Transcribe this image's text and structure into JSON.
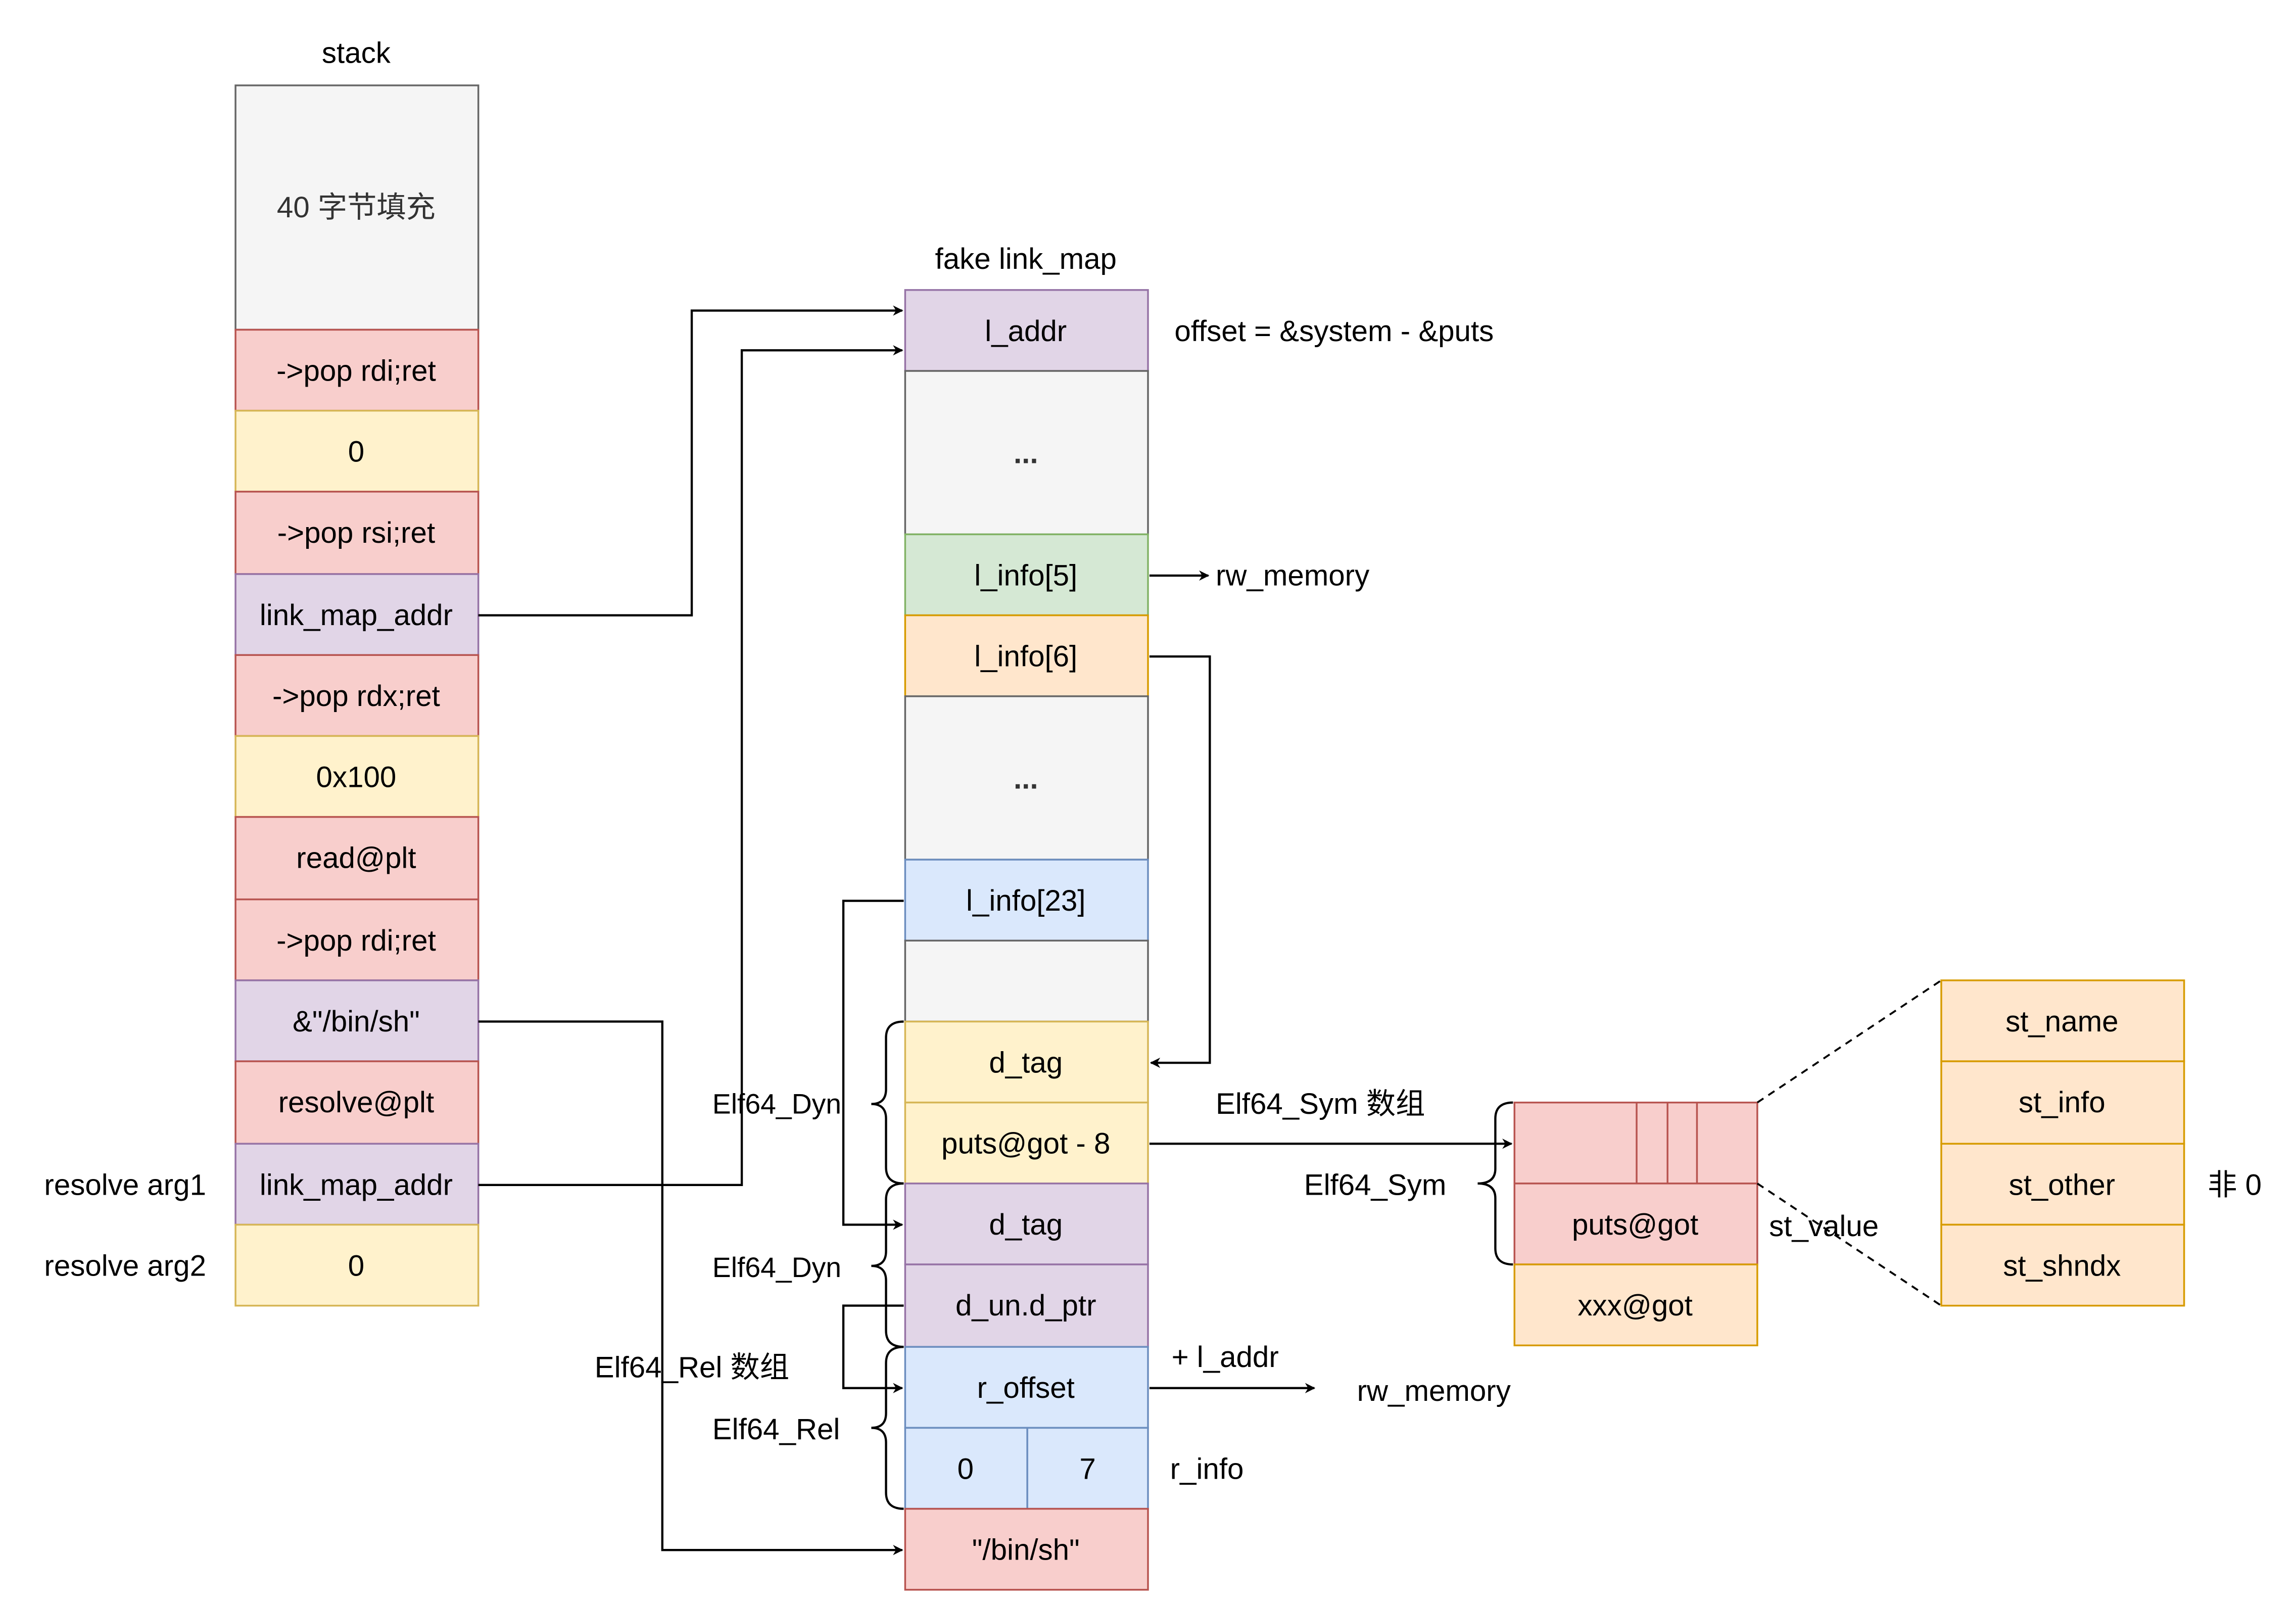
{
  "palette": {
    "grey": {
      "fill": "#f5f5f5",
      "stroke": "#666666"
    },
    "red": {
      "fill": "#f8cecc",
      "stroke": "#b85450"
    },
    "yellow": {
      "fill": "#fff2cc",
      "stroke": "#d6b656"
    },
    "purple": {
      "fill": "#e1d5e7",
      "stroke": "#9673a6"
    },
    "green": {
      "fill": "#d5e8d4",
      "stroke": "#82b366"
    },
    "orange": {
      "fill": "#ffe6cc",
      "stroke": "#d79b00"
    },
    "blue": {
      "fill": "#dae8fc",
      "stroke": "#6c8ebf"
    }
  },
  "stack": {
    "title": "stack",
    "cells": [
      {
        "label": "40 字节填充",
        "color": "grey",
        "span": 3
      },
      {
        "label": "->pop rdi;ret",
        "color": "red"
      },
      {
        "label": "0",
        "color": "yellow"
      },
      {
        "label": "->pop rsi;ret",
        "color": "red"
      },
      {
        "label": "link_map_addr",
        "color": "purple"
      },
      {
        "label": "->pop rdx;ret",
        "color": "red"
      },
      {
        "label": "0x100",
        "color": "yellow"
      },
      {
        "label": "read@plt",
        "color": "red"
      },
      {
        "label": "->pop rdi;ret",
        "color": "red"
      },
      {
        "label": "&\"/bin/sh\"",
        "color": "purple"
      },
      {
        "label": "resolve@plt",
        "color": "red"
      },
      {
        "label": "link_map_addr",
        "color": "purple"
      },
      {
        "label": "0",
        "color": "yellow"
      }
    ],
    "side_labels": {
      "resolve_arg1": "resolve arg1",
      "resolve_arg2": "resolve arg2"
    }
  },
  "link_map": {
    "title": "fake link_map",
    "cells": [
      {
        "label": "l_addr",
        "color": "purple"
      },
      {
        "label": "...",
        "color": "grey",
        "span": 2
      },
      {
        "label": "l_info[5]",
        "color": "green"
      },
      {
        "label": "l_info[6]",
        "color": "orange"
      },
      {
        "label": "...",
        "color": "grey",
        "span": 2
      },
      {
        "label": "l_info[23]",
        "color": "blue"
      },
      {
        "label": "",
        "color": "grey"
      },
      {
        "label": "d_tag",
        "color": "yellow"
      },
      {
        "label": "puts@got - 8",
        "color": "yellow"
      },
      {
        "label": "d_tag",
        "color": "purple"
      },
      {
        "label": "d_un.d_ptr",
        "color": "purple"
      },
      {
        "label": "r_offset",
        "color": "blue"
      },
      {
        "label": "",
        "color": "blue",
        "split": [
          "0",
          "7"
        ]
      },
      {
        "label": "\"/bin/sh\"",
        "color": "red"
      }
    ],
    "annotations": {
      "offset": "offset = &system - &puts",
      "rw_memory_1": "rw_memory",
      "elf64_dyn_1": "Elf64_Dyn",
      "elf64_dyn_2": "Elf64_Dyn",
      "elf64_rel_array": "Elf64_Rel 数组",
      "elf64_rel": "Elf64_Rel",
      "plus_l_addr": "+ l_addr",
      "rw_memory_2": "rw_memory",
      "r_info": "r_info",
      "elf64_sym_array": "Elf64_Sym 数组",
      "elf64_sym": "Elf64_Sym"
    }
  },
  "got": {
    "cells": [
      {
        "label": "",
        "color": "red"
      },
      {
        "label": "puts@got",
        "color": "red"
      },
      {
        "label": "xxx@got",
        "color": "orange"
      }
    ],
    "st_value_label": "st_value"
  },
  "sym_struct": {
    "cells": [
      {
        "label": "st_name",
        "color": "orange"
      },
      {
        "label": "st_info",
        "color": "orange"
      },
      {
        "label": "st_other",
        "color": "orange"
      },
      {
        "label": "st_shndx",
        "color": "orange"
      }
    ],
    "st_other_note": "非 0"
  }
}
